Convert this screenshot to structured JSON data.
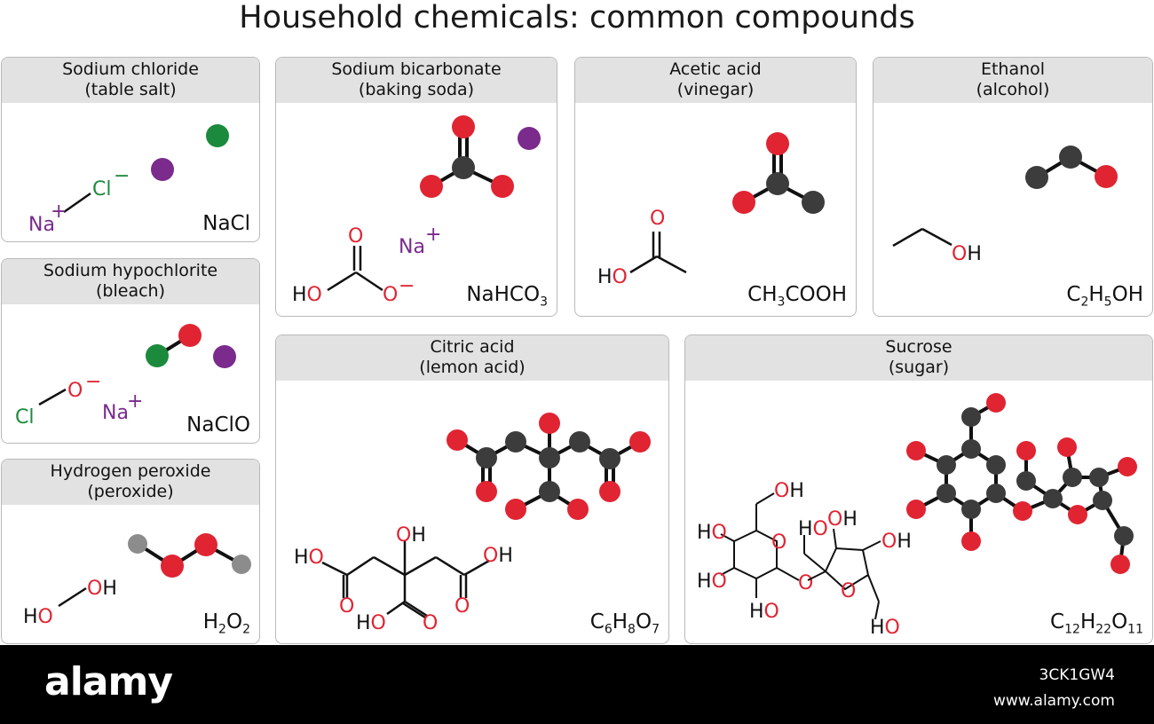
{
  "title": "Household chemicals: common compounds",
  "colors": {
    "oxygen": "#e02432",
    "carbon": "#3c3c3c",
    "hydrogen": "#8c8c8c",
    "sodium": "#7a2b8c",
    "chlorine": "#1c8a3c",
    "header": "#e2e2e2",
    "bond": "#111111"
  },
  "compounds": {
    "nacl": {
      "name": "Sodium chloride",
      "common": "(table salt)",
      "formula": "NaCl",
      "labels": {
        "na": "Na",
        "cl": "Cl",
        "plus": "+",
        "minus": "−"
      }
    },
    "naclo": {
      "name": "Sodium hypochlorite",
      "common": "(bleach)",
      "formula": "NaClO",
      "labels": {
        "cl": "Cl",
        "o": "O",
        "na": "Na",
        "plus": "+",
        "minus": "−"
      }
    },
    "h2o2": {
      "name": "Hydrogen peroxide",
      "common": "(peroxide)",
      "formula": {
        "h": "H",
        "h_sub": "2",
        "o": "O",
        "o_sub": "2"
      },
      "labels": {
        "ho": "HO",
        "oh": "OH"
      }
    },
    "nahco3": {
      "name": "Sodium bicarbonate",
      "common": "(baking soda)",
      "formula": {
        "main": "NaHCO",
        "sub": "3"
      },
      "labels": {
        "o": "O",
        "ho": "HO",
        "o_minus": "O",
        "minus": "−",
        "na": "Na",
        "plus": "+"
      }
    },
    "acetic": {
      "name": "Acetic acid",
      "common": "(vinegar)",
      "formula": {
        "a": "CH",
        "a_sub": "3",
        "b": "COOH"
      },
      "labels": {
        "o": "O",
        "ho": "HO"
      }
    },
    "ethanol": {
      "name": "Ethanol",
      "common": "(alcohol)",
      "formula": {
        "a": "C",
        "a_sub": "2",
        "b": "H",
        "b_sub": "5",
        "c": "OH"
      },
      "labels": {
        "oh": "OH"
      }
    },
    "citric": {
      "name": "Citric acid",
      "common": "(lemon acid)",
      "formula": {
        "a": "C",
        "a_sub": "6",
        "b": "H",
        "b_sub": "8",
        "c": "O",
        "c_sub": "7"
      },
      "labels": {
        "ho_left": "HO",
        "oh_top": "OH",
        "oh_right": "OH",
        "ho_bottom": "HO"
      }
    },
    "sucrose": {
      "name": "Sucrose",
      "common": "(sugar)",
      "formula": {
        "a": "C",
        "a_sub": "12",
        "b": "H",
        "b_sub": "22",
        "c": "O",
        "c_sub": "11"
      },
      "labels": {
        "oh": "OH",
        "ho": "HO",
        "o": "O"
      }
    }
  },
  "footer": {
    "logo": "alamy",
    "image_id": "3CK1GW4",
    "url": "www.alamy.com"
  }
}
